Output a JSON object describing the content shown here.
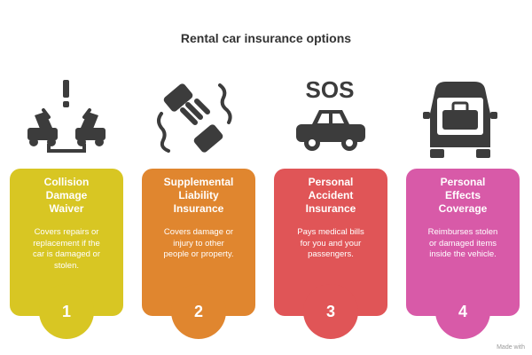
{
  "title": "Rental car insurance options",
  "colors": {
    "card1": "#d8c623",
    "card2": "#e0862f",
    "card3": "#e05557",
    "card4": "#d85aa8",
    "icon": "#3c3c3c"
  },
  "options": [
    {
      "title_lines": [
        "Collision",
        "Damage",
        "Waiver"
      ],
      "desc_lines": [
        "Covers repairs or",
        "replacement if the",
        "car is damaged or",
        "stolen."
      ],
      "number": "1",
      "icon": "car-collision-icon"
    },
    {
      "title_lines": [
        "Supplemental",
        "Liability",
        "Insurance"
      ],
      "desc_lines": [
        "Covers damage or",
        "injury to other",
        "people or property."
      ],
      "number": "2",
      "icon": "handshake-icon"
    },
    {
      "title_lines": [
        "Personal",
        "Accident",
        "Insurance"
      ],
      "desc_lines": [
        "Pays medical bills",
        "for you and your",
        "passengers."
      ],
      "number": "3",
      "icon": "sos-car-icon",
      "icon_text": "SOS"
    },
    {
      "title_lines": [
        "Personal",
        "Effects",
        "Coverage"
      ],
      "desc_lines": [
        "Reimburses stolen",
        "or damaged items",
        "inside the vehicle."
      ],
      "number": "4",
      "icon": "car-luggage-icon"
    }
  ],
  "footer": "Made with"
}
